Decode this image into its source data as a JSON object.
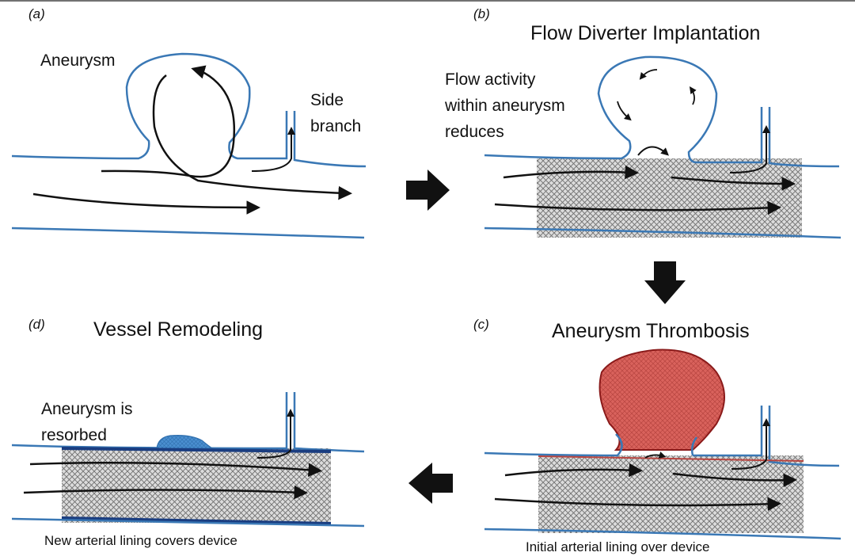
{
  "panels": {
    "a": {
      "tag": "(a)",
      "aneurysm_label": "Aneurysm",
      "side_branch_line1": "Side",
      "side_branch_line2": "branch"
    },
    "b": {
      "tag": "(b)",
      "title": "Flow Diverter Implantation",
      "note_line1": "Flow activity",
      "note_line2": "within aneurysm",
      "note_line3": "reduces"
    },
    "c": {
      "tag": "(c)",
      "title": "Aneurysm Thrombosis",
      "caption": "Initial arterial lining over device"
    },
    "d": {
      "tag": "(d)",
      "title": "Vessel Remodeling",
      "note_line1": "Aneurysm is",
      "note_line2": "resorbed",
      "caption": "New arterial lining covers device"
    }
  },
  "colors": {
    "vessel_wall": "#3a78b5",
    "flow_arrow": "#111111",
    "thrombus_fill": "#d9625c",
    "thrombus_edge": "#8a1a1a",
    "new_lining": "#1a3d80",
    "mesh_background": "#d8d8d8",
    "resorbed_remnant": "#4a8fd0"
  }
}
